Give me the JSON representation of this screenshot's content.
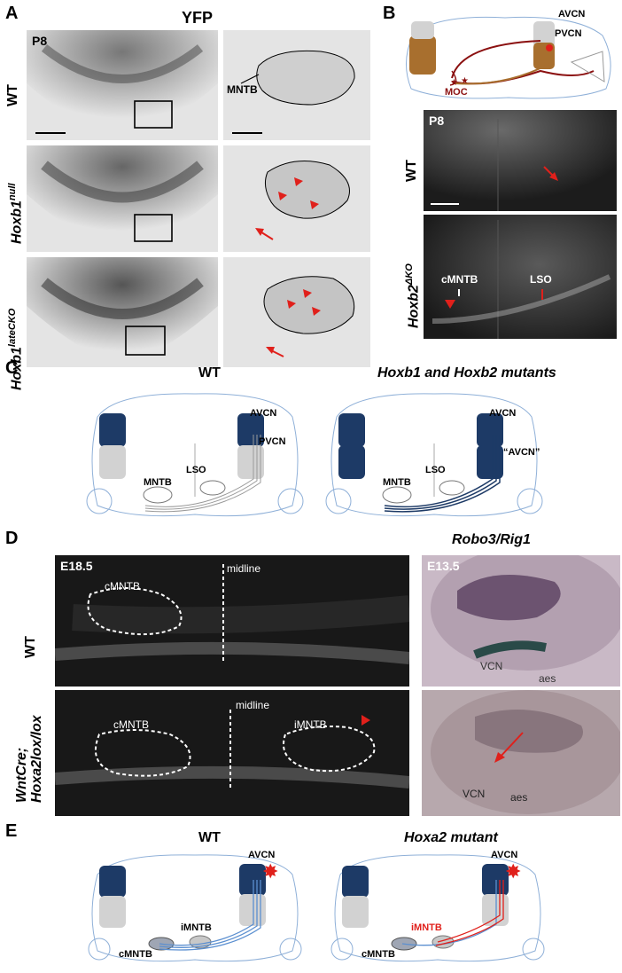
{
  "panels": {
    "A": {
      "letter": "A",
      "title": "YFP",
      "age": "P8",
      "rows": [
        {
          "label": "WT",
          "sup": ""
        },
        {
          "label": "Hoxb1",
          "sup": "null"
        },
        {
          "label": "Hoxb1",
          "sup": "lateCKO"
        }
      ],
      "mntb_label": "MNTB"
    },
    "B": {
      "letter": "B",
      "schematic": {
        "avcn": "AVCN",
        "pvcn": "PVCN",
        "moc": "MOC"
      },
      "age": "P8",
      "rows": [
        {
          "label": "WT",
          "sup": ""
        },
        {
          "label": "Hoxb2",
          "sup": "ΔKO"
        }
      ],
      "cmntb": "cMNTB",
      "lso": "LSO"
    },
    "C": {
      "letter": "C",
      "left_title": "WT",
      "right_title": "Hoxb1 and Hoxb2 mutants",
      "avcn": "AVCN",
      "pvcn": "PVCN",
      "lso": "LSO",
      "mntb": "MNTB",
      "avcn_quoted": "“AVCN”"
    },
    "D": {
      "letter": "D",
      "right_title": "Robo3/Rig1",
      "age_left": "E18.5",
      "age_right": "E13.5",
      "rows": [
        {
          "label": "WT"
        },
        {
          "label1": "WntCre;",
          "label2": "Hoxa2lox/lox"
        }
      ],
      "cmntb": "cMNTB",
      "imntb": "iMNTB",
      "midline": "midline",
      "vcn": "VCN",
      "aes": "aes"
    },
    "E": {
      "letter": "E",
      "left_title": "WT",
      "right_title": "Hoxa2 mutant",
      "avcn": "AVCN",
      "imntb": "iMNTB",
      "cmntb": "cMNTB"
    }
  },
  "colors": {
    "red": "#e0201b",
    "dark_red": "#8b1010",
    "navy": "#1d3a66",
    "brown": "#a86f2e",
    "blue_line": "#5b8fd0",
    "grey_nucleus": "#d2d2d2"
  }
}
